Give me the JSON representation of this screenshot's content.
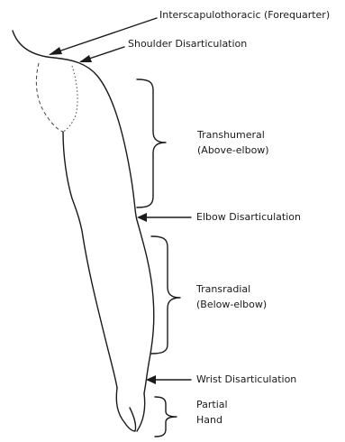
{
  "labels": {
    "forequarter": "Interscapulothoracic (Forequarter)",
    "shoulder": "Shoulder Disarticulation",
    "transhumeral_1": "Transhumeral",
    "transhumeral_2": "(Above-elbow)",
    "elbow": "Elbow Disarticulation",
    "transradial_1": "Transradial",
    "transradial_2": "(Below-elbow)",
    "wrist": "Wrist Disarticulation",
    "partial_1": "Partial",
    "partial_2": "Hand"
  }
}
